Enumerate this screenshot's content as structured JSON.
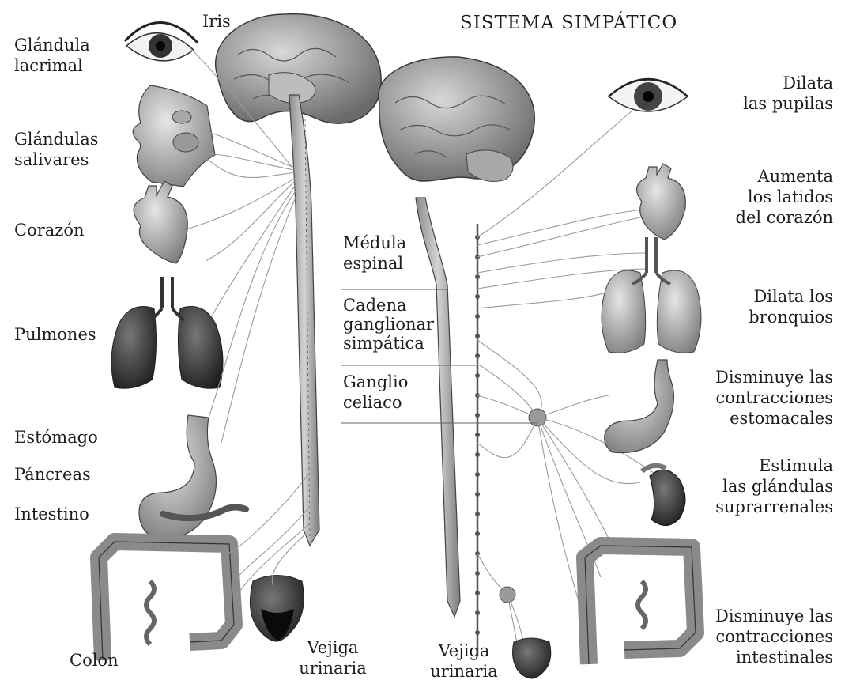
{
  "title": "SISTEMA SIMPÁTICO",
  "labels": {
    "iris": "Iris",
    "glandula_lacrimal": "Glándula\nlacrimal",
    "glandulas_salivares": "Glándulas\nsalivares",
    "corazon": "Corazón",
    "pulmones": "Pulmones",
    "estomago": "Estómago",
    "pancreas": "Páncreas",
    "intestino": "Intestino",
    "colon": "Colon",
    "vejiga_left": "Vejiga\nurinaria",
    "medula_espinal": "Médula\nespinal",
    "cadena_ganglionar": "Cadena\nganglionar\nsimpática",
    "ganglio_celiaco": "Ganglio\nceliaco",
    "vejiga_center": "Vejiga\nurinaria"
  },
  "effects": {
    "pupilas": "Dilata\nlas pupilas",
    "latidos": "Aumenta\nlos latidos\ndel corazón",
    "bronquios": "Dilata los\nbronquios",
    "estomacales": "Disminuye las\ncontracciones\nestomacales",
    "suprarrenales": "Estimula\nlas glándulas\nsuprarrenales",
    "intestinales": "Disminuye las\ncontracciones\nintestinales"
  }
}
